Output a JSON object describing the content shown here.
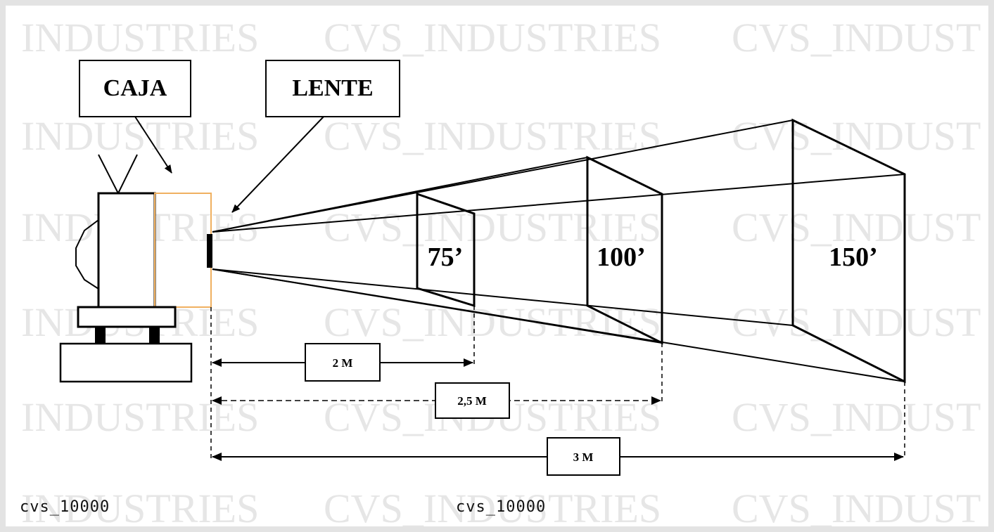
{
  "watermark": {
    "text": "CVS_INDUSTRIES",
    "partial_left": "INDUSTRIES",
    "partial_right": "CVS_INDUST"
  },
  "labels": {
    "box": "CAJA",
    "lens": "LENTE"
  },
  "screen_sizes": [
    "75’",
    "100’",
    "150’"
  ],
  "distances": [
    "2 M",
    "2,5 M",
    "3 M"
  ],
  "codes": [
    "cvs_10000",
    "cvs_10000"
  ],
  "colors": {
    "background": "#ffffff",
    "frame": "#e3e3e3",
    "watermark": "#e6e6e6",
    "lens_housing": "#f0b060",
    "lines": "#000000"
  }
}
